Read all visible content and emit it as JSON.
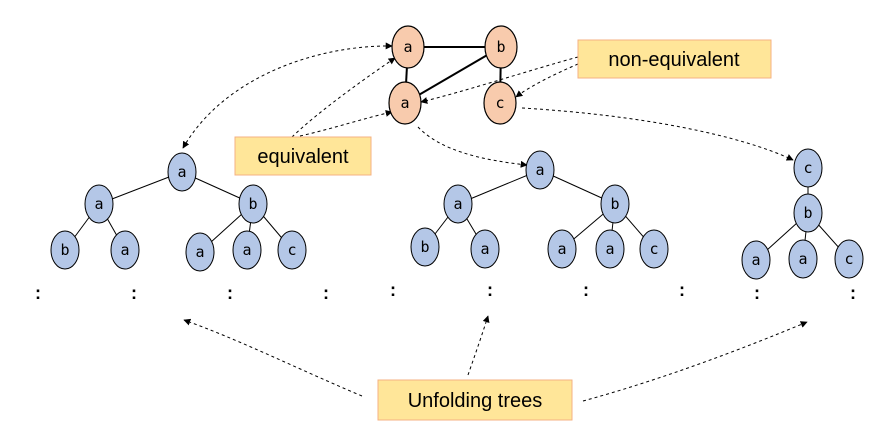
{
  "callouts": {
    "equivalent": "equivalent",
    "non_equivalent": "non-equivalent",
    "unfolding_trees": "Unfolding trees"
  },
  "colors": {
    "graph_node_fill": "#f8cbad",
    "tree_node_fill": "#b4c7e7",
    "callout_fill": "#ffe699",
    "callout_border": "#f4b183"
  },
  "graph": {
    "nodes": [
      "a",
      "b",
      "a",
      "c"
    ]
  },
  "trees": {
    "tree1": {
      "labels": [
        "a",
        "a",
        "b",
        "b",
        "a",
        "a",
        "a",
        "c"
      ]
    },
    "tree2": {
      "labels": [
        "a",
        "a",
        "b",
        "b",
        "a",
        "a",
        "a",
        "c"
      ]
    },
    "tree3": {
      "labels": [
        "c",
        "b",
        "a",
        "a",
        "c"
      ]
    }
  },
  "continuation_marker": ":"
}
